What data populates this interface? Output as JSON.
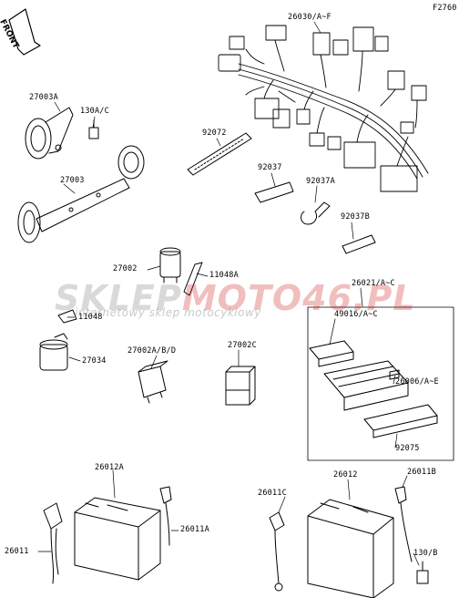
{
  "figure_code": "F2760",
  "front_label": "FRONT",
  "watermark": {
    "brand_part1": "SKLEP",
    "brand_part2": "MOTO46.PL",
    "tagline": "internetowy sklep motocyklowy"
  },
  "labels": {
    "p26030": "26030/A~F",
    "p27003A": "27003A",
    "p130AC": "130A/C",
    "p27003": "27003",
    "p92072": "92072",
    "p92037": "92037",
    "p92037A": "92037A",
    "p92037B": "92037B",
    "p27002": "27002",
    "p11048A": "11048A",
    "p26021": "26021/A~C",
    "p11048": "11048",
    "p49016": "49016/A~C",
    "p27034": "27034",
    "p27002ABD": "27002A/B/D",
    "p27002C": "27002C",
    "p26006": "26006/A~E",
    "p92075": "92075",
    "p26012A": "26012A",
    "p26012": "26012",
    "p26011B": "26011B",
    "p26011C": "26011C",
    "p26011A": "26011A",
    "p26011": "26011",
    "p130B": "130/B"
  }
}
